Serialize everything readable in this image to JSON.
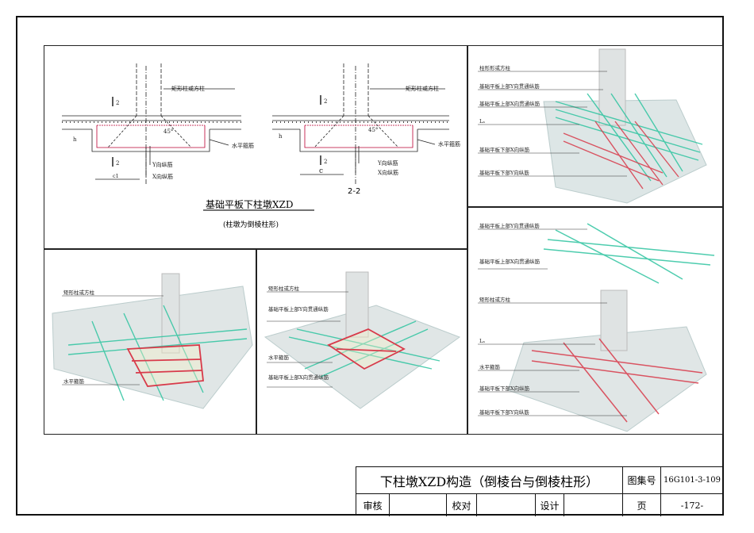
{
  "top_left": {
    "section_mark": "2",
    "label_column": "矩形柱或方柱",
    "label_stirrup": "水平箍筋",
    "label_y_bar": "Y向纵筋",
    "label_x_bar": "X向纵筋",
    "angle": "45°",
    "dim_h": "h",
    "dim_c1": "c1",
    "dim_c": "c",
    "section_title": "2-2",
    "title": "基础平板下柱墩XZD",
    "subtitle": "(柱墩为倒棱柱形)"
  },
  "top_right": {
    "labels": [
      "柱形形或方柱",
      "基础平板上部Y向贯通纵筋",
      "基础平板上部X向贯通纵筋",
      "Lₐ",
      "基础平板下部X向纵筋",
      "基础平板下部Y向纵筋"
    ]
  },
  "bottom_left": {
    "labels": [
      "矩形柱或方柱",
      "水平箍筋"
    ]
  },
  "bottom_mid": {
    "labels": [
      "矩形柱或方柱",
      "基础平板上部Y向贯通纵筋",
      "水平箍筋",
      "基础平板上部X向贯通纵筋"
    ]
  },
  "bottom_right": {
    "labels": [
      "基础平板上部Y向贯通纵筋",
      "基础平板上部X向贯通纵筋",
      "矩形柱或方柱",
      "Lₐ",
      "水平箍筋",
      "基础平板下部X向纵筋",
      "基础平板下部Y向纵筋"
    ]
  },
  "title_block": {
    "drawing_title": "下柱墩XZD构造（倒棱台与倒棱柱形）",
    "atlas_label": "图集号",
    "atlas_value": "16G101-3-109",
    "review_label": "审核",
    "check_label": "校对",
    "design_label": "设计",
    "page_label": "页",
    "page_value": "-172-"
  }
}
